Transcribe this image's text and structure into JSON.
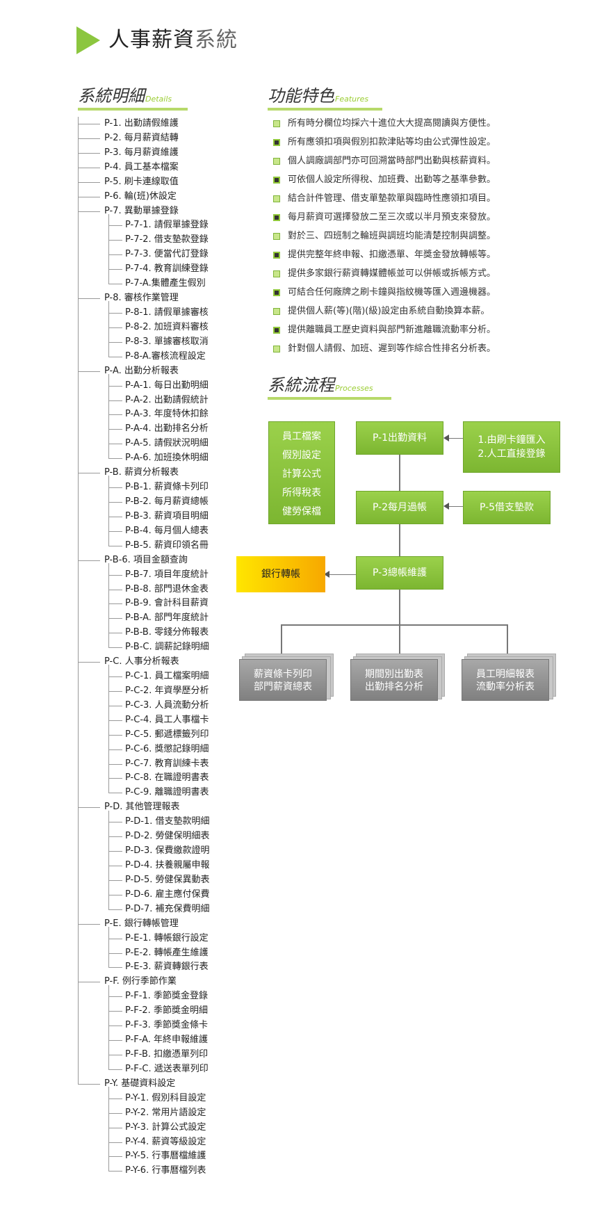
{
  "header": {
    "title_dark": "人事薪資",
    "title_light": "系統"
  },
  "details_section": {
    "title": "系統明細",
    "subtitle": "Details"
  },
  "features_section": {
    "title": "功能特色",
    "subtitle": "Features"
  },
  "processes_section": {
    "title": "系統流程",
    "subtitle": "Processes"
  },
  "tree": [
    {
      "label": "P-1. 出勤請假維護",
      "children": []
    },
    {
      "label": "P-2. 每月薪資結轉",
      "children": []
    },
    {
      "label": "P-3. 每月薪資維護",
      "children": []
    },
    {
      "label": "P-4. 員工基本檔案",
      "children": []
    },
    {
      "label": "P-5. 刷卡連線取值",
      "children": []
    },
    {
      "label": "P-6. 輪(班)休設定",
      "children": []
    },
    {
      "label": "P-7. 異動單據登錄",
      "children": [
        "P-7-1. 請假單據登錄",
        "P-7-2. 借支墊款登錄",
        "P-7-3. 便當代訂登錄",
        "P-7-4. 教育訓練登錄",
        "P-7-A.集體產生假別"
      ]
    },
    {
      "label": "P-8. 審核作業管理",
      "children": [
        "P-8-1. 請假單據審核",
        "P-8-2. 加班資料審核",
        "P-8-3. 單據審核取消",
        "P-8-A.審核流程設定"
      ]
    },
    {
      "label": "P-A. 出勤分析報表",
      "children": [
        "P-A-1. 每日出勤明細",
        "P-A-2. 出勤請假統計",
        "P-A-3. 年度特休扣餘",
        "P-A-4. 出勤排名分析",
        "P-A-5. 請假狀況明細",
        "P-A-6. 加班換休明細"
      ]
    },
    {
      "label": "P-B. 薪資分析報表",
      "children": [
        "P-B-1. 薪資條卡列印",
        "P-B-2. 每月薪資總帳",
        "P-B-3. 薪資項目明細",
        "P-B-4. 每月個人總表",
        "P-B-5. 薪資印領名冊"
      ]
    },
    {
      "label": "P-B-6. 項目金額查詢",
      "children": [
        "P-B-7. 項目年度統計",
        "P-B-8. 部門退休金表",
        "P-B-9. 會計科目薪資",
        "P-B-A. 部門年度統計",
        "P-B-B. 零錢分佈報表",
        "P-B-C. 調薪記錄明細"
      ]
    },
    {
      "label": "P-C. 人事分析報表",
      "children": [
        "P-C-1. 員工檔案明細",
        "P-C-2. 年資學歷分析",
        "P-C-3. 人員流動分析",
        "P-C-4. 員工人事檔卡",
        "P-C-5. 郵遞標籤列印",
        "P-C-6. 獎懲記錄明細",
        "P-C-7. 教育訓練卡表",
        "P-C-8. 在職證明書表",
        "P-C-9. 離職證明書表"
      ]
    },
    {
      "label": "P-D. 其他管理報表",
      "children": [
        "P-D-1. 借支墊款明細",
        "P-D-2. 勞健保明細表",
        "P-D-3. 保費繳款證明",
        "P-D-4. 扶養親屬申報",
        "P-D-5. 勞健保異動表",
        "P-D-6. 雇主應付保費",
        "P-D-7. 補充保費明細"
      ]
    },
    {
      "label": "P-E. 銀行轉帳管理",
      "children": [
        "P-E-1. 轉帳銀行設定",
        "P-E-2. 轉帳產生維護",
        "P-E-3. 薪資轉銀行表"
      ]
    },
    {
      "label": "P-F. 例行季節作業",
      "children": [
        "P-F-1. 季節獎金登錄",
        "P-F-2. 季節獎金明細",
        "P-F-3. 季節獎金條卡",
        "P-F-A. 年終申報維護",
        "P-F-B. 扣繳憑單列印",
        "P-F-C. 遞送表單列印"
      ]
    },
    {
      "label": "P-Y. 基礎資料設定",
      "children": [
        "P-Y-1. 假別科目設定",
        "P-Y-2. 常用片語設定",
        "P-Y-3. 計算公式設定",
        "P-Y-4. 薪資等級設定",
        "P-Y-5. 行事曆檔維護",
        "P-Y-6. 行事曆檔列表"
      ]
    }
  ],
  "features": [
    {
      "text": "所有時分欄位均採六十進位大大提高閱讀與方便性。",
      "bullet": "light"
    },
    {
      "text": "所有應領扣項與假別扣款津貼等均由公式彈性設定。",
      "bullet": "dark"
    },
    {
      "text": "個人調廠調部門亦可回溯當時部門出勤與核薪資料。",
      "bullet": "light"
    },
    {
      "text": "可依個人設定所得稅、加班費、出勤等之基準參數。",
      "bullet": "dark"
    },
    {
      "text": "結合計件管理、借支單墊款單與臨時性應領扣項目。",
      "bullet": "light"
    },
    {
      "text": "每月薪資可選擇發放二至三次或以半月預支來發放。",
      "bullet": "dark"
    },
    {
      "text": "對於三、四班制之輪班與調班均能清楚控制與調整。",
      "bullet": "light"
    },
    {
      "text": "提供完整年終申報、扣繳憑單、年獎金發放轉帳等。",
      "bullet": "dark"
    },
    {
      "text": "提供多家銀行薪資轉媒體帳並可以併帳或拆帳方式。",
      "bullet": "light"
    },
    {
      "text": "可結合任何廠牌之刷卡鐘與指紋機等匯入週邊機器。",
      "bullet": "dark"
    },
    {
      "text": "提供個人薪(等)(階)(級)設定由系統自動換算本薪。",
      "bullet": "light"
    },
    {
      "text": "提供離職員工歷史資料與部門新進離職流動率分析。",
      "bullet": "dark"
    },
    {
      "text": "針對個人請假、加班、遲到等作綜合性排名分析表。",
      "bullet": "light"
    }
  ],
  "flow": {
    "left_box": [
      "員工檔案",
      "假別設定",
      "計算公式",
      "所得稅表",
      "健勞保檔"
    ],
    "p1": "P-1出勤資料",
    "input_box": [
      "1.由刷卡鐘匯入",
      "2.人工直接登錄"
    ],
    "p2": "P-2每月過帳",
    "p5": "P-5借支墊款",
    "p3": "P-3總帳維護",
    "bank": "銀行轉帳",
    "outputs": [
      [
        "薪資條卡列印",
        "部門薪資總表"
      ],
      [
        "期間別出勤表",
        "出勤排名分析"
      ],
      [
        "員工明細報表",
        "流動率分析表"
      ]
    ]
  },
  "colors": {
    "accent_green": "#8cc63f",
    "bank_yellow": "#ffd400",
    "output_gray": "#8c8c8c"
  }
}
